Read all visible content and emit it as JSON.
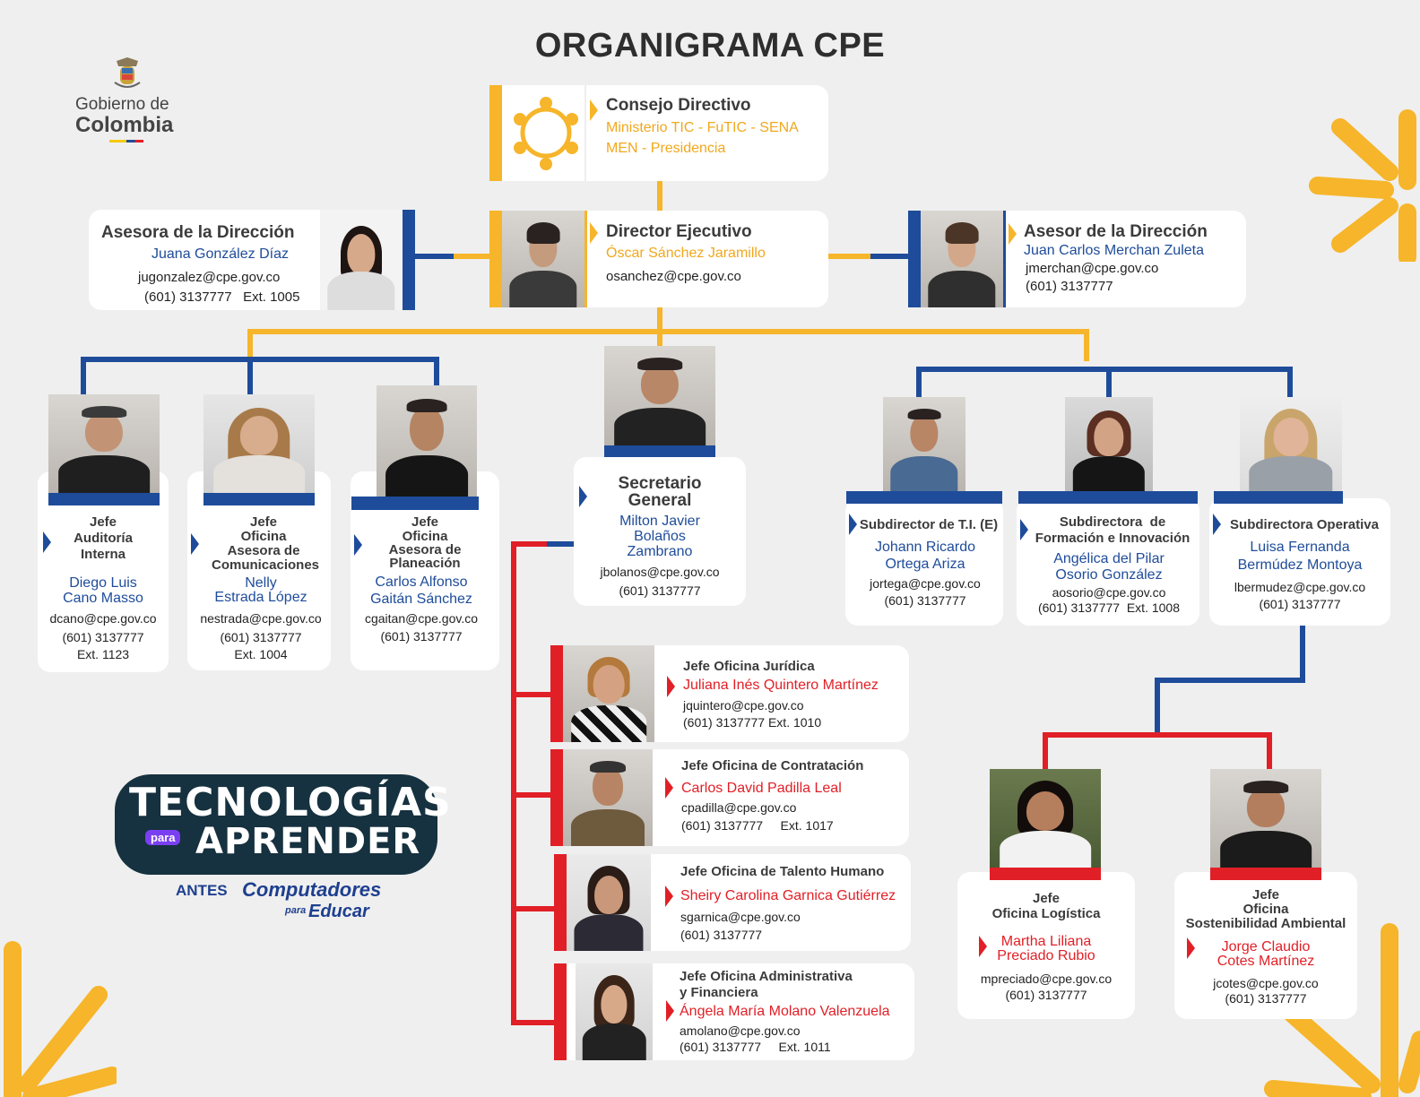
{
  "title": "ORGANIGRAMA CPE",
  "gov_logo": {
    "line1": "Gobierno de",
    "line2": "Colombia"
  },
  "colors": {
    "blue": "#1e4c9a",
    "yellow": "#f6b52a",
    "red": "#e11f26"
  },
  "consejo": {
    "role": "Consejo Directivo",
    "line1": "Ministerio TIC - FuTIC - SENA",
    "line2": "MEN - Presidencia"
  },
  "director": {
    "role": "Director Ejecutivo",
    "name": "Óscar Sánchez Jaramillo",
    "email": "osanchez@cpe.gov.co"
  },
  "asesora": {
    "role": "Asesora de la Dirección",
    "name": "Juana González Díaz",
    "email": "jugonzalez@cpe.gov.co",
    "phone": "(601) 3137777   Ext. 1005"
  },
  "asesor": {
    "role": "Asesor de la Dirección",
    "name": "Juan Carlos Merchan Zuleta",
    "email": "jmerchan@cpe.gov.co",
    "phone": "(601) 3137777"
  },
  "auditoria": {
    "role1": "Jefe",
    "role2": "Auditoría",
    "role3": "Interna",
    "name1": "Diego Luis",
    "name2": "Cano Masso",
    "email": "dcano@cpe.gov.co",
    "phone": "(601) 3137777",
    "ext": "Ext. 1123"
  },
  "comunicaciones": {
    "role1": "Jefe",
    "role2": "Oficina",
    "role3": "Asesora de",
    "role4": "Comunicaciones",
    "name1": "Nelly",
    "name2": "Estrada López",
    "email": "nestrada@cpe.gov.co",
    "phone": "(601) 3137777",
    "ext": "Ext. 1004"
  },
  "planeacion": {
    "role1": "Jefe",
    "role2": "Oficina",
    "role3": "Asesora de",
    "role4": "Planeación",
    "name1": "Carlos Alfonso",
    "name2": "Gaitán Sánchez",
    "email": "cgaitan@cpe.gov.co",
    "phone": "(601) 3137777"
  },
  "secretario": {
    "role1": "Secretario",
    "role2": "General",
    "name1": "Milton Javier",
    "name2": "Bolaños",
    "name3": "Zambrano",
    "email": "jbolanos@cpe.gov.co",
    "phone": "(601) 3137777"
  },
  "ti": {
    "role": "Subdirector de T.I. (E)",
    "name1": "Johann Ricardo",
    "name2": "Ortega Ariza",
    "email": "jortega@cpe.gov.co",
    "phone": "(601) 3137777"
  },
  "formacion": {
    "role1": "Subdirectora  de",
    "role2": "Formación e Innovación",
    "name1": "Angélica del Pilar",
    "name2": "Osorio González",
    "email": "aosorio@cpe.gov.co",
    "phone": "(601) 3137777  Ext. 1008"
  },
  "operativa": {
    "role": "Subdirectora Operativa",
    "name1": "Luisa Fernanda",
    "name2": "Bermúdez Montoya",
    "email": "lbermudez@cpe.gov.co",
    "phone": "(601) 3137777"
  },
  "juridica": {
    "role": "Jefe Oficina Jurídica",
    "name": "Juliana Inés Quintero Martínez",
    "email": "jquintero@cpe.gov.co",
    "phone": "(601) 3137777 Ext. 1010"
  },
  "contratacion": {
    "role": "Jefe Oficina de Contratación",
    "name": "Carlos David Padilla Leal",
    "email": "cpadilla@cpe.gov.co",
    "phone": "(601) 3137777     Ext. 1017"
  },
  "talento": {
    "role": "Jefe Oficina de Talento Humano",
    "name": "Sheiry Carolina Garnica Gutiérrez",
    "email": "sgarnica@cpe.gov.co",
    "phone": "(601) 3137777"
  },
  "administrativa": {
    "role1": "Jefe Oficina Administrativa",
    "role2": "y Financiera",
    "name": "Ángela María Molano Valenzuela",
    "email": "amolano@cpe.gov.co",
    "phone": "(601) 3137777     Ext. 1011"
  },
  "logistica": {
    "role1": "Jefe",
    "role2": "Oficina Logística",
    "name1": "Martha Liliana",
    "name2": "Preciado Rubio",
    "email": "mpreciado@cpe.gov.co",
    "phone": "(601) 3137777"
  },
  "sostenibilidad": {
    "role1": "Jefe",
    "role2": "Oficina",
    "role3": "Sostenibilidad Ambiental",
    "name1": "Jorge Claudio",
    "name2": "Cotes Martínez",
    "email": "jcotes@cpe.gov.co",
    "phone": "(601) 3137777"
  },
  "tpa_logo": {
    "word1": "TECNOLOGÍAS",
    "para": "para",
    "word2": "APRENDER",
    "antes": "ANTES",
    "cpe1": "Computadores",
    "cpe2a": "para",
    "cpe2b": "Educar"
  }
}
